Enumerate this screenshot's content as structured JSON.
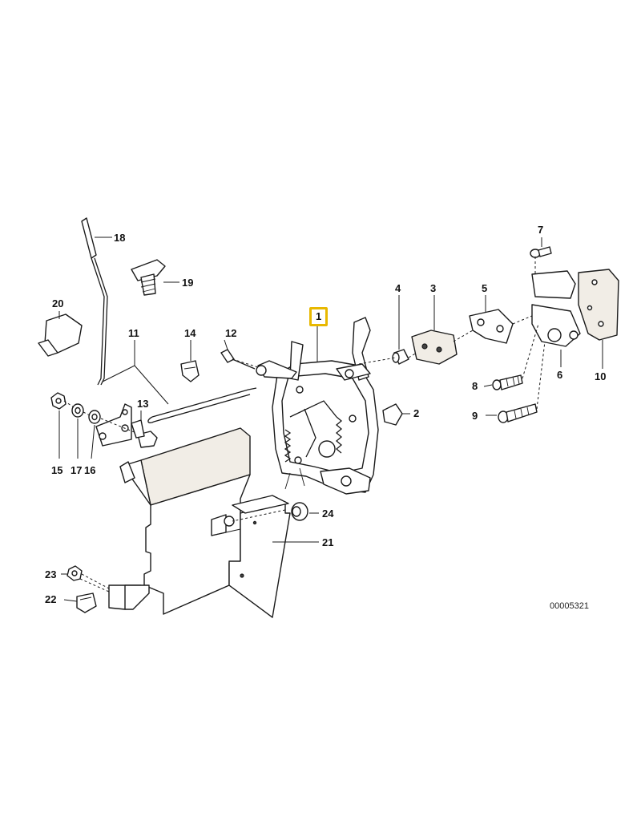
{
  "diagram": {
    "catalog_number": "00005321",
    "highlight_color": "#e8b800",
    "highlighted_part": "1",
    "callouts": [
      {
        "id": "p1",
        "label": "1"
      },
      {
        "id": "p2",
        "label": "2"
      },
      {
        "id": "p3",
        "label": "3"
      },
      {
        "id": "p4",
        "label": "4"
      },
      {
        "id": "p5",
        "label": "5"
      },
      {
        "id": "p6",
        "label": "6"
      },
      {
        "id": "p7",
        "label": "7"
      },
      {
        "id": "p8",
        "label": "8"
      },
      {
        "id": "p9",
        "label": "9"
      },
      {
        "id": "p10",
        "label": "10"
      },
      {
        "id": "p11",
        "label": "11"
      },
      {
        "id": "p12",
        "label": "12"
      },
      {
        "id": "p13",
        "label": "13"
      },
      {
        "id": "p14",
        "label": "14"
      },
      {
        "id": "p15",
        "label": "15"
      },
      {
        "id": "p16",
        "label": "16"
      },
      {
        "id": "p17",
        "label": "17"
      },
      {
        "id": "p18",
        "label": "18"
      },
      {
        "id": "p19",
        "label": "19"
      },
      {
        "id": "p20",
        "label": "20"
      },
      {
        "id": "p21",
        "label": "21"
      },
      {
        "id": "p22",
        "label": "22"
      },
      {
        "id": "p23",
        "label": "23"
      },
      {
        "id": "p24",
        "label": "24"
      }
    ]
  }
}
